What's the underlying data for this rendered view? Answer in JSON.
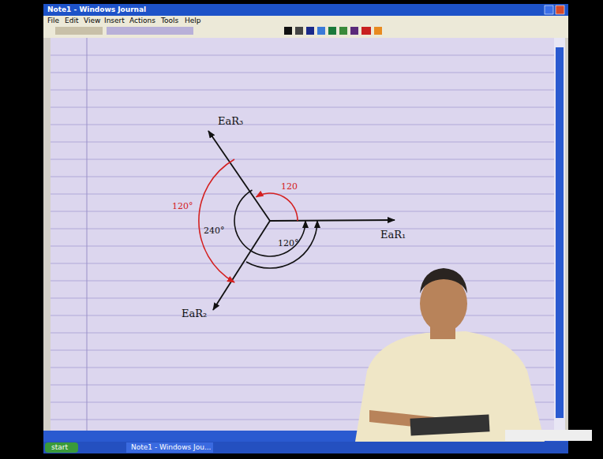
{
  "diagram": {
    "labels": [
      "Note1 - Windows Journal",
      "File",
      "Edit",
      "View",
      "Insert",
      "Actions",
      "Tools",
      "Help",
      "EaR₃",
      "EaR₁",
      "EaR₂",
      "120",
      "120°",
      "120°",
      "240°",
      "start",
      "Note1 - Windows Jou..."
    ]
  }
}
